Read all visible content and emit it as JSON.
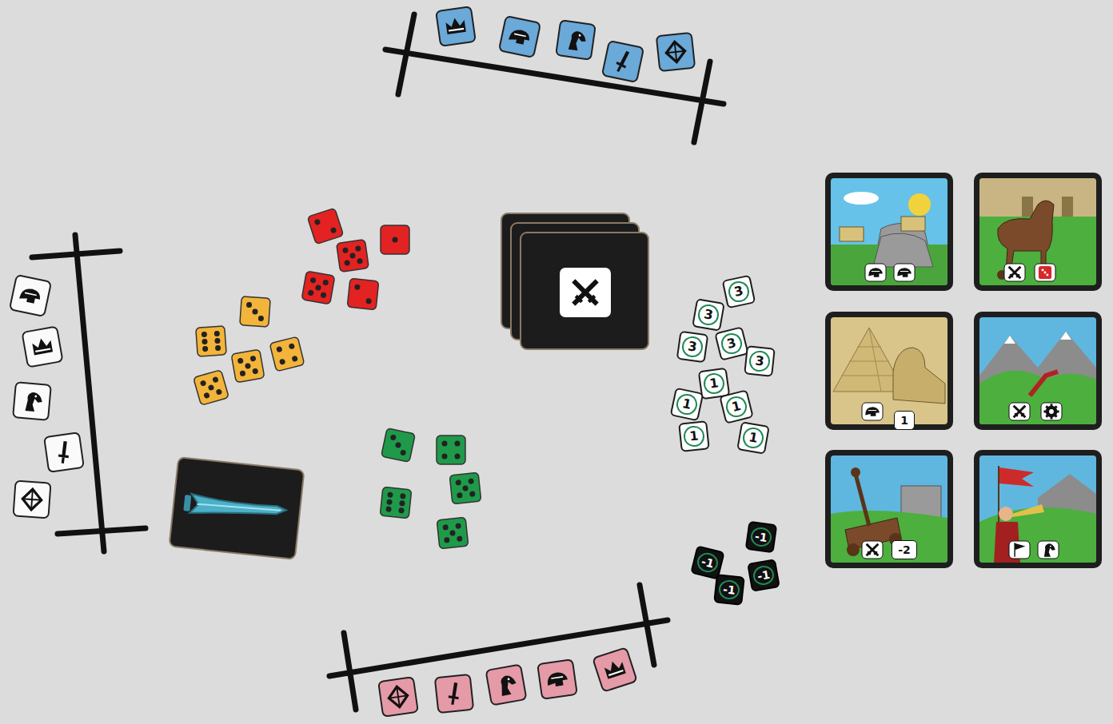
{
  "diagram": {
    "nodes": [
      {
        "text": [
          "3"
        ]
      },
      {
        "text": [
          "3"
        ]
      },
      {
        "text": [
          "3"
        ]
      },
      {
        "text": [
          "3"
        ]
      },
      {
        "text": [
          "3"
        ]
      },
      {
        "text": [
          "1"
        ]
      },
      {
        "text": [
          "1"
        ]
      },
      {
        "text": [
          "1"
        ]
      },
      {
        "text": [
          "1"
        ]
      },
      {
        "text": [
          "1"
        ]
      },
      {
        "text": [
          "1"
        ]
      },
      {
        "text": [
          "-1"
        ]
      },
      {
        "text": [
          "-1"
        ]
      },
      {
        "text": [
          "-1"
        ]
      },
      {
        "text": [
          "-1"
        ]
      },
      {
        "text": [
          "-2"
        ]
      }
    ]
  }
}
